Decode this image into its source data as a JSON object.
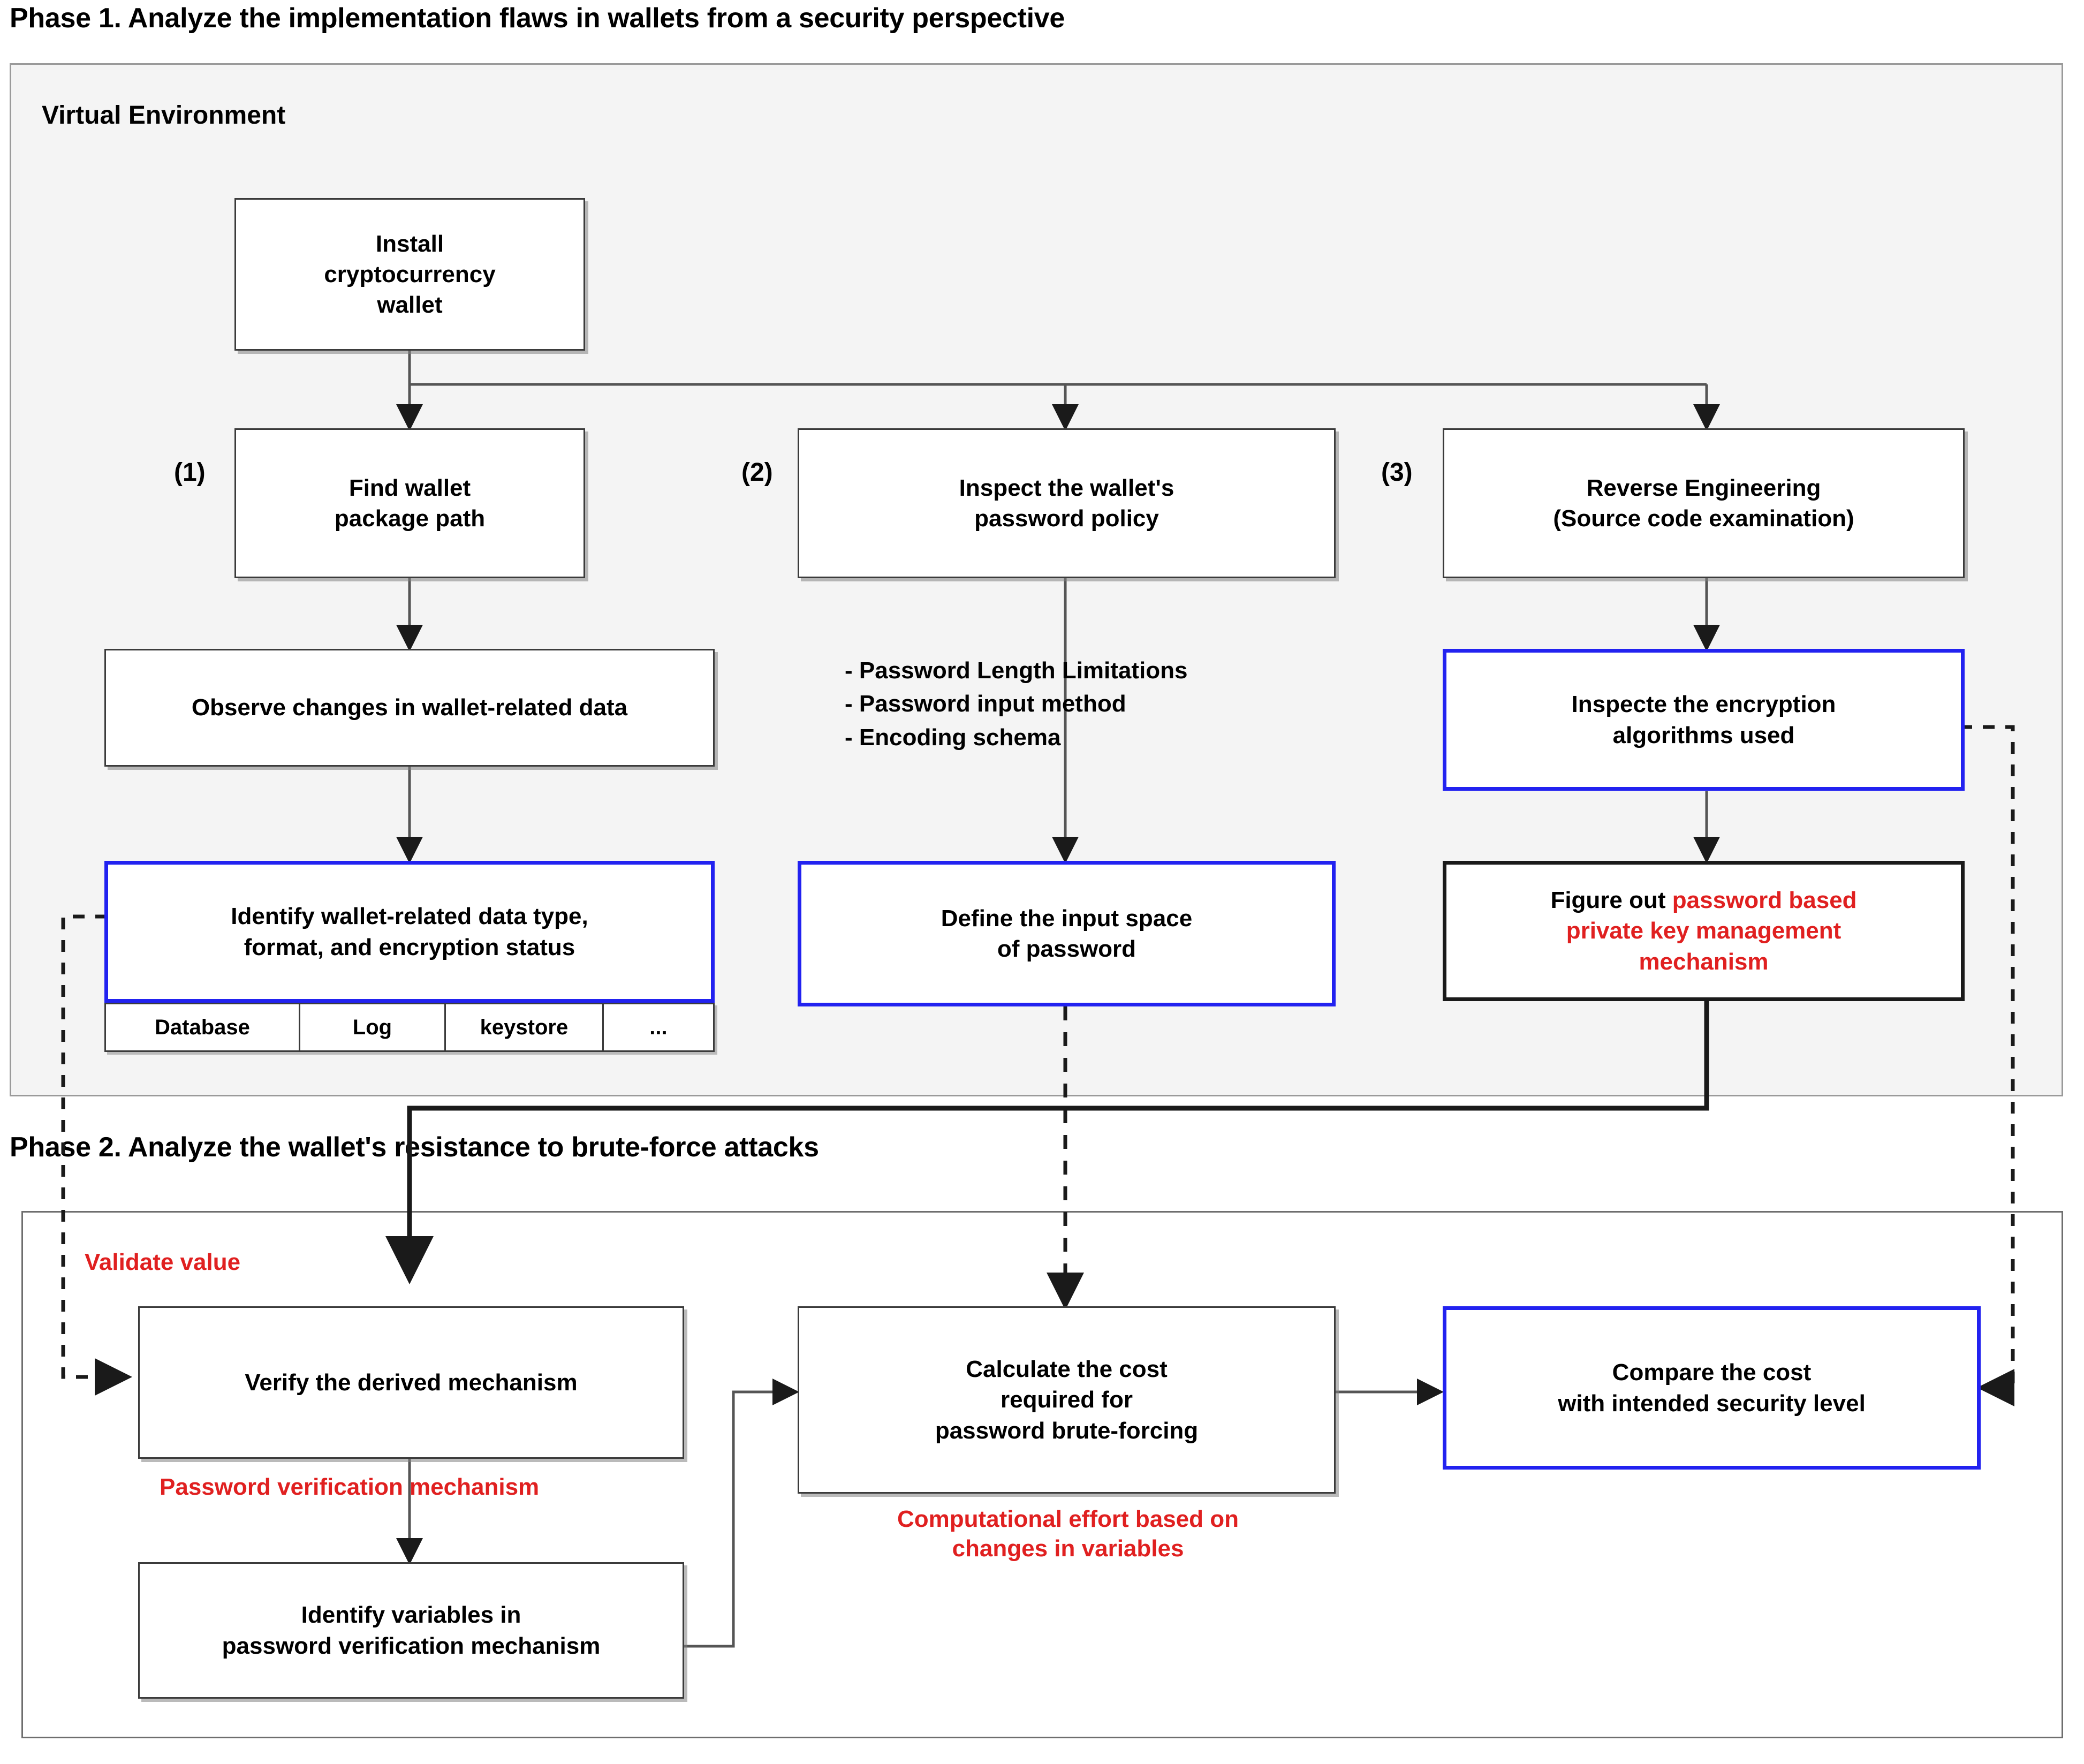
{
  "phases": {
    "phase1_title": "Phase 1. Analyze the implementation flaws in wallets from a security perspective",
    "phase2_title": "Phase 2. Analyze the wallet's resistance to brute-force attacks",
    "virtual_env_label": "Virtual Environment"
  },
  "step_numbers": {
    "one": "(1)",
    "two": "(2)",
    "three": "(3)"
  },
  "nodes": {
    "install_wallet": {
      "l1": "Install",
      "l2": "cryptocurrency",
      "l3": "wallet"
    },
    "find_path": {
      "l1": "Find wallet",
      "l2": "package path"
    },
    "inspect_policy": {
      "l1": "Inspect the wallet's",
      "l2": "password policy"
    },
    "reverse_engineering": {
      "l1": "Reverse Engineering",
      "l2": "(Source code examination)"
    },
    "observe_changes": {
      "l1": "Observe changes in wallet-related data"
    },
    "inspect_encryption": {
      "l1": "Inspecte the encryption",
      "l2": "algorithms used"
    },
    "identify_data_type": {
      "l1": "Identify wallet-related data type,",
      "l2": "format, and encryption status"
    },
    "define_input_space": {
      "l1": "Define the input space",
      "l2": "of password"
    },
    "figure_out_mechanism": {
      "l1_black": "Figure out ",
      "l1_red": "password based",
      "l2_red": "private key management",
      "l3_red": "mechanism"
    },
    "verify_mechanism": {
      "l1": "Verify the derived mechanism"
    },
    "calculate_cost": {
      "l1": "Calculate the cost",
      "l2": "required for",
      "l3": "password brute-forcing"
    },
    "compare_cost": {
      "l1": "Compare the cost",
      "l2": "with intended security level"
    },
    "identify_variables": {
      "l1": "Identify variables in",
      "l2": "password verification mechanism"
    }
  },
  "password_policy_bullets": [
    "- Password Length Limitations",
    "- Password input method",
    "- Encoding schema"
  ],
  "data_type_table": {
    "cells": [
      "Database",
      "Log",
      "keystore",
      "..."
    ]
  },
  "annotations": {
    "validate_value": "Validate value",
    "password_verification_mechanism": "Password verification mechanism",
    "computational_effort_l1": "Computational effort based on",
    "computational_effort_l2": "changes in variables"
  },
  "colors": {
    "blue_border": "#2222f0",
    "red_text": "#e02020",
    "box_border": "#3b3b3b",
    "panel_bg": "#f4f4f4",
    "panel_border": "#9a9a9a"
  }
}
